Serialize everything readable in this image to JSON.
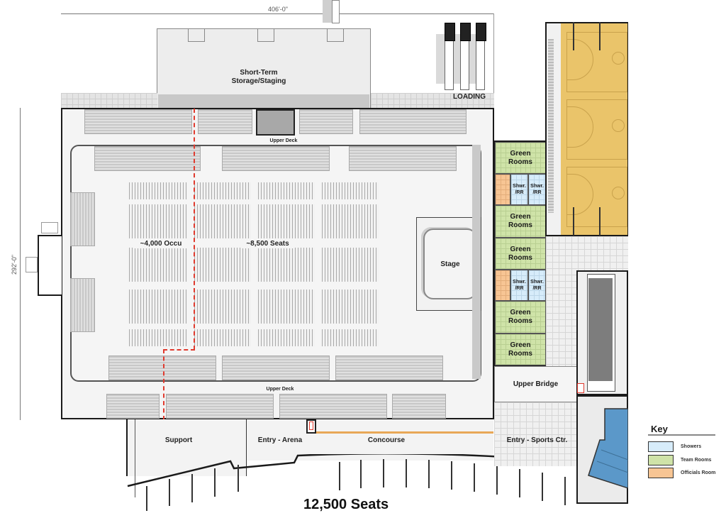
{
  "dimensions": {
    "width_label": "406'-0\"",
    "height_label": "292'-0\""
  },
  "rooms": {
    "storage": "Short-Term Storage/Staging",
    "loading": "LOADING",
    "upper_deck_top": "Upper Deck",
    "upper_deck_bottom": "Upper Deck",
    "floor_left": "~4,000 Occu",
    "floor_main": "~8,500 Seats",
    "stage": "Stage",
    "green_rooms": [
      "Green Rooms",
      "Green Rooms",
      "Green Rooms",
      "Green Rooms",
      "Green Rooms"
    ],
    "showers": [
      "Shwr. /RR",
      "Shwr. /RR",
      "Shwr. /RR",
      "Shwr. /RR"
    ],
    "upper_bridge": "Upper Bridge",
    "support": "Support",
    "entry_arena": "Entry - Arena",
    "concourse": "Concourse",
    "entry_sports": "Entry - Sports Ctr."
  },
  "title": "12,500 Seats",
  "key": {
    "title": "Key",
    "items": [
      {
        "label": "Showers",
        "color": "#d7ecfa"
      },
      {
        "label": "Team Rooms",
        "color": "#cfe3a8"
      },
      {
        "label": "Officials Room",
        "color": "#f7c594"
      }
    ]
  },
  "colors": {
    "court": "#eac46a",
    "pool": "#5b98c9",
    "egress_path": "#e03a2e",
    "wall": "#1a1a1a"
  }
}
